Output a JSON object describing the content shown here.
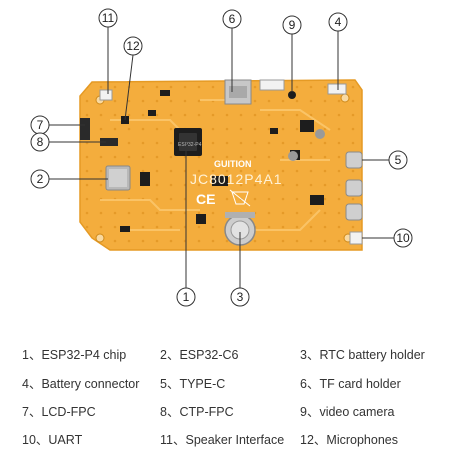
{
  "board": {
    "model_text": "JC8012P4A1",
    "brand_text": "GUITION",
    "chip_text": "ESP32-P4"
  },
  "callouts": [
    {
      "num": "1",
      "name": "ESP32-P4 chip"
    },
    {
      "num": "2",
      "name": "ESP32-C6"
    },
    {
      "num": "3",
      "name": "RTC battery holder"
    },
    {
      "num": "4",
      "name": "Battery connector"
    },
    {
      "num": "5",
      "name": "TYPE-C"
    },
    {
      "num": "6",
      "name": "TF card holder"
    },
    {
      "num": "7",
      "name": "LCD-FPC"
    },
    {
      "num": "8",
      "name": "CTP-FPC"
    },
    {
      "num": "9",
      "name": "video camera"
    },
    {
      "num": "10",
      "name": "UART"
    },
    {
      "num": "11",
      "name": "Speaker Interface"
    },
    {
      "num": "12",
      "name": "Microphones"
    }
  ],
  "legend": [
    {
      "label": "1、ESP32-P4 chip"
    },
    {
      "label": "2、ESP32-C6"
    },
    {
      "label": "3、RTC battery holder"
    },
    {
      "label": "4、Battery connector"
    },
    {
      "label": "5、TYPE-C"
    },
    {
      "label": "6、TF card holder"
    },
    {
      "label": "7、LCD-FPC"
    },
    {
      "label": "8、CTP-FPC"
    },
    {
      "label": "9、video camera"
    },
    {
      "label": "10、UART"
    },
    {
      "label": "11、Speaker Interface"
    },
    {
      "label": "12、Microphones"
    }
  ],
  "colors": {
    "pcb": "#f4ad3d",
    "pcb_dark": "#e59a24",
    "trace": "#fbc66b",
    "chip": "#1d1d1d",
    "metal": "#c9c9c9",
    "callout_line": "#333333"
  }
}
